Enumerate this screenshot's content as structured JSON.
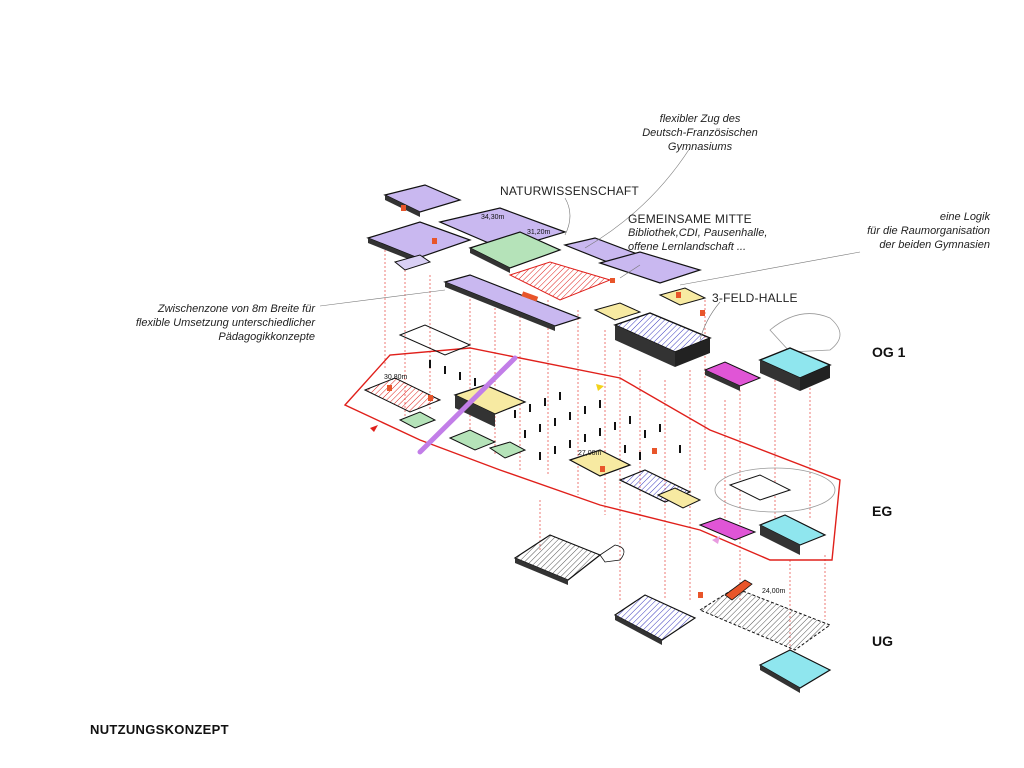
{
  "title": "NUTZUNGSKONZEPT",
  "levels": {
    "og1": "OG 1",
    "eg": "EG",
    "ug": "UG"
  },
  "annotations": {
    "zug_line1": "flexibler Zug des",
    "zug_line2": "Deutsch-Französischen",
    "zug_line3": "Gymnasiums",
    "natur": "NATURWISSENSCHAFT",
    "mitte_line1": "GEMEINSAME MITTE",
    "mitte_line2": "Bibliothek,CDI, Pausenhalle,",
    "mitte_line3": "offene Lernlandschaft ...",
    "logik_line1": "eine Logik",
    "logik_line2": "für die Raumorganisation",
    "logik_line3": "der beiden Gymnasien",
    "halle": "3-FELD-HALLE",
    "zwischen_line1": "Zwischenzone von 8m Breite für",
    "zwischen_line2": "flexible Umsetzung unterschiedlicher",
    "zwischen_line3": "Pädagogikkonzepte"
  },
  "elevations": {
    "e1": "34,30m",
    "e2": "31,20m",
    "e3": "30,80m",
    "e4": "27,00m",
    "e5": "24,00m"
  },
  "colors": {
    "outline": "#e0201b",
    "lilac": "#c9b8f0",
    "green": "#b5e3b9",
    "yellow": "#f7eaa2",
    "blue": "#3d3dbf",
    "magenta": "#e055d6",
    "cyan": "#8fe6ee",
    "orange": "#e8552a",
    "salmon": "#f3a495"
  }
}
